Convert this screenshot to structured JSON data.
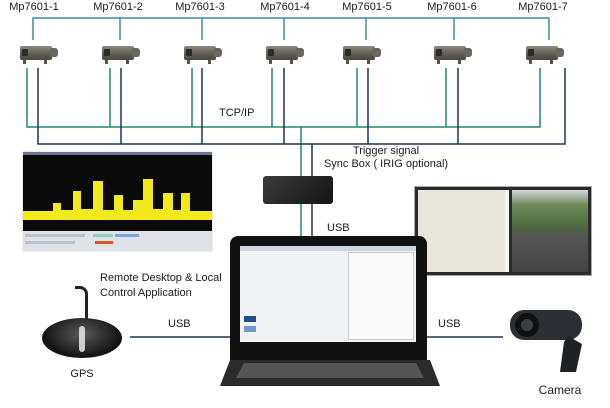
{
  "diagram": {
    "units": [
      {
        "label": "Mp7601-1"
      },
      {
        "label": "Mp7601-2"
      },
      {
        "label": "Mp7601-3"
      },
      {
        "label": "Mp7601-4"
      },
      {
        "label": "Mp7601-5"
      },
      {
        "label": "Mp7601-6"
      },
      {
        "label": "Mp7601-7"
      }
    ],
    "network_label": "TCP/IP",
    "trigger_label": "Trigger signal",
    "syncbox_label": "Sync Box ( IRIG optional)",
    "syncbox_usb_label": "USB",
    "remote_label_line1": "Remote Desktop & Local",
    "remote_label_line2": "Control Application",
    "gps_usb_label": "USB",
    "camera_usb_label": "USB",
    "gps_label": "GPS",
    "camera_label": "Camera",
    "colors": {
      "top_bus": "#3d8aa5",
      "tcp_bus": "#1f8a6a",
      "sync_bus": "#1b3358",
      "usb_line": "#1b3358",
      "signal_yellow": "#f2ea1c"
    }
  }
}
